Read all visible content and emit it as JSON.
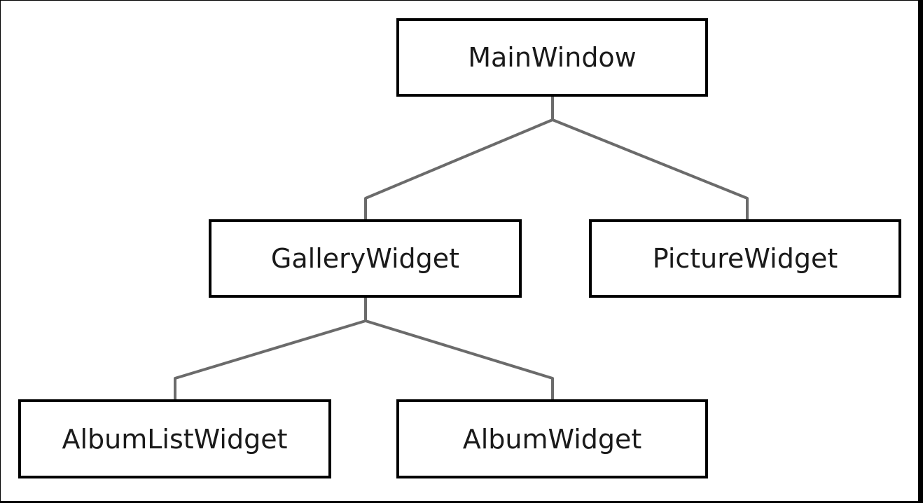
{
  "diagram": {
    "nodes": [
      {
        "id": "main_window",
        "label": "MainWindow"
      },
      {
        "id": "gallery_widget",
        "label": "GalleryWidget"
      },
      {
        "id": "picture_widget",
        "label": "PictureWidget"
      },
      {
        "id": "album_list_widget",
        "label": "AlbumListWidget"
      },
      {
        "id": "album_widget",
        "label": "AlbumWidget"
      }
    ],
    "edges": [
      {
        "from": "main_window",
        "to": "gallery_widget"
      },
      {
        "from": "main_window",
        "to": "picture_widget"
      },
      {
        "from": "gallery_widget",
        "to": "album_list_widget"
      },
      {
        "from": "gallery_widget",
        "to": "album_widget"
      }
    ],
    "colors": {
      "connector": "#6b6b6b",
      "box_border": "#000000",
      "background": "#ffffff"
    }
  }
}
